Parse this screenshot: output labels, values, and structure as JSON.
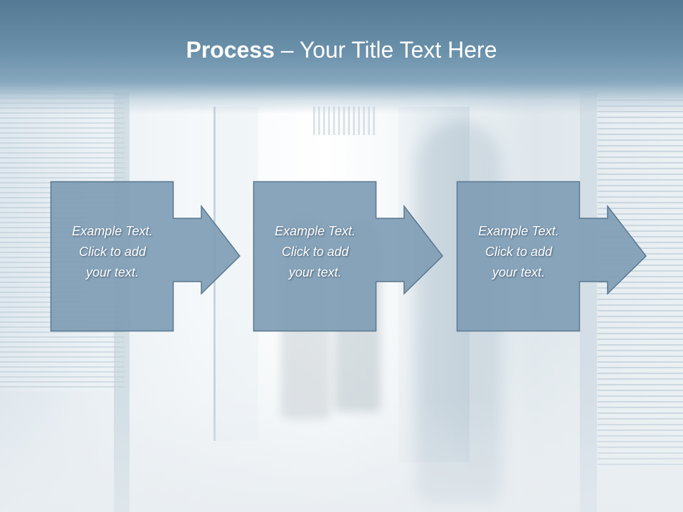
{
  "slide": {
    "title_bold": "Process",
    "title_rest": " – Your Title Text Here"
  },
  "steps": [
    {
      "line1": "Example Text.",
      "line2": "Click  to add",
      "line3": "your text."
    },
    {
      "line1": "Example Text.",
      "line2": "Click  to add",
      "line3": "your text."
    },
    {
      "line1": "Example Text.",
      "line2": "Click  to add",
      "line3": "your text."
    }
  ],
  "colors": {
    "title_band": "#6a90aa",
    "box_fill": "#7f9db5",
    "box_stroke": "#5a7890",
    "text": "#ffffff"
  }
}
